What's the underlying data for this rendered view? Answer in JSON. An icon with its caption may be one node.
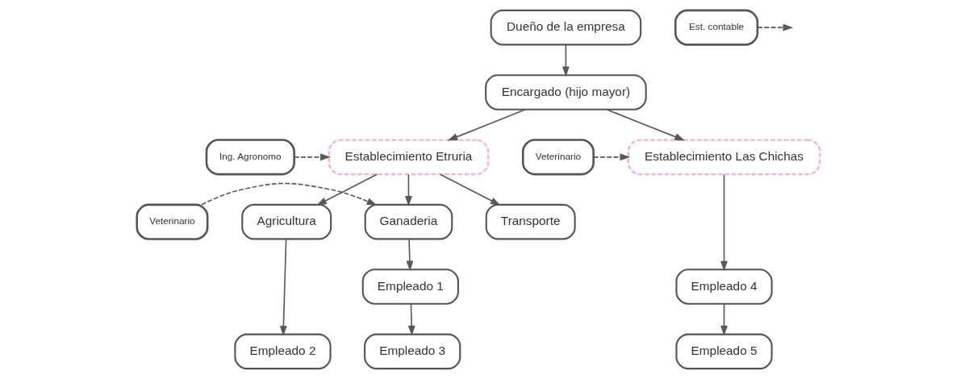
{
  "diagram": {
    "nodes": [
      {
        "text": [
          "Dueño de la empresa"
        ]
      },
      {
        "text": [
          "Est. contable"
        ]
      },
      {
        "text": [
          "Encargado (hijo mayor)"
        ]
      },
      {
        "text": [
          "Ing. Agronomo"
        ]
      },
      {
        "text": [
          "Establecimiento Etruria"
        ]
      },
      {
        "text": [
          "Establecimiento Las Chichas"
        ]
      },
      {
        "text": [
          "Veterinario"
        ]
      },
      {
        "text": [
          "Veterinario"
        ]
      },
      {
        "text": [
          "Ganaderia"
        ]
      },
      {
        "text": [
          "Agricultura"
        ]
      },
      {
        "text": [
          "Transporte"
        ]
      },
      {
        "text": [
          "Empleado 1"
        ]
      },
      {
        "text": [
          "Empleado 4"
        ]
      },
      {
        "text": [
          "Empleado 3"
        ]
      },
      {
        "text": [
          "Empleado 2"
        ]
      },
      {
        "text": [
          "Empleado 5"
        ]
      }
    ],
    "edges": [
      {
        "from": 0,
        "to": 2,
        "arrow": "to"
      },
      {
        "from": 1,
        "to": null,
        "arrow": "to",
        "style": "dashed"
      },
      {
        "from": 2,
        "to": 4,
        "arrow": "to"
      },
      {
        "from": 2,
        "to": 5,
        "arrow": "to"
      },
      {
        "from": 3,
        "to": 4,
        "arrow": "to",
        "style": "dashed"
      },
      {
        "from": 6,
        "to": 5,
        "arrow": "to",
        "style": "dashed"
      },
      {
        "from": 4,
        "to": 8,
        "arrow": "to"
      },
      {
        "from": 4,
        "to": 9,
        "arrow": "to"
      },
      {
        "from": 4,
        "to": 10,
        "arrow": "to"
      },
      {
        "from": 7,
        "to": 8,
        "arrow": "to",
        "style": "dashed"
      },
      {
        "from": 8,
        "to": 11,
        "arrow": "to"
      },
      {
        "from": 11,
        "to": 13,
        "arrow": "to"
      },
      {
        "from": 9,
        "to": 14,
        "arrow": "to"
      },
      {
        "from": 5,
        "to": 12,
        "arrow": "to"
      },
      {
        "from": 12,
        "to": 15,
        "arrow": "to"
      }
    ]
  }
}
